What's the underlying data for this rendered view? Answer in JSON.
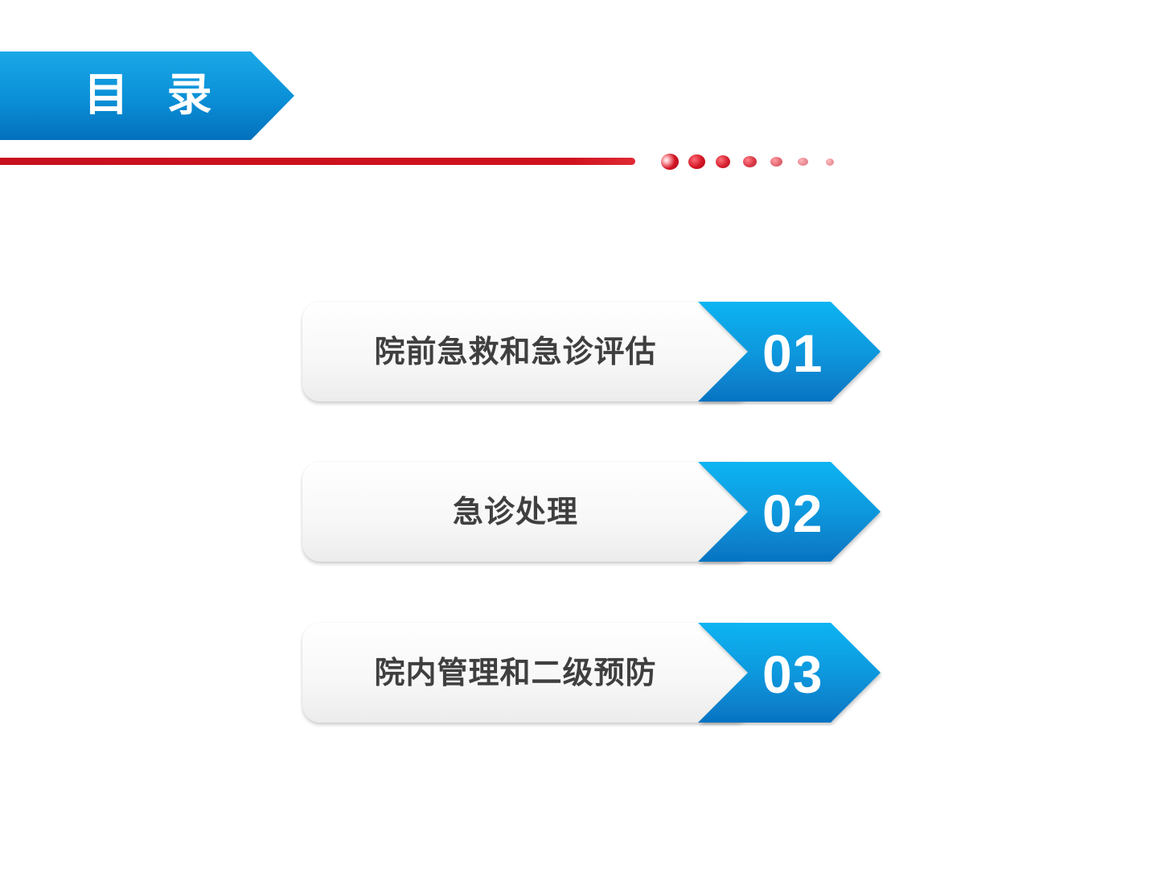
{
  "header": {
    "title": "目 录"
  },
  "colors": {
    "accent_blue": "#0096dc",
    "accent_red": "#d0121f",
    "item_text": "#3f3f3f"
  },
  "menu": {
    "items": [
      {
        "label": "院前急救和急诊评估",
        "number": "01"
      },
      {
        "label": "急诊处理",
        "number": "02"
      },
      {
        "label": "院内管理和二级预防",
        "number": "03"
      }
    ]
  }
}
